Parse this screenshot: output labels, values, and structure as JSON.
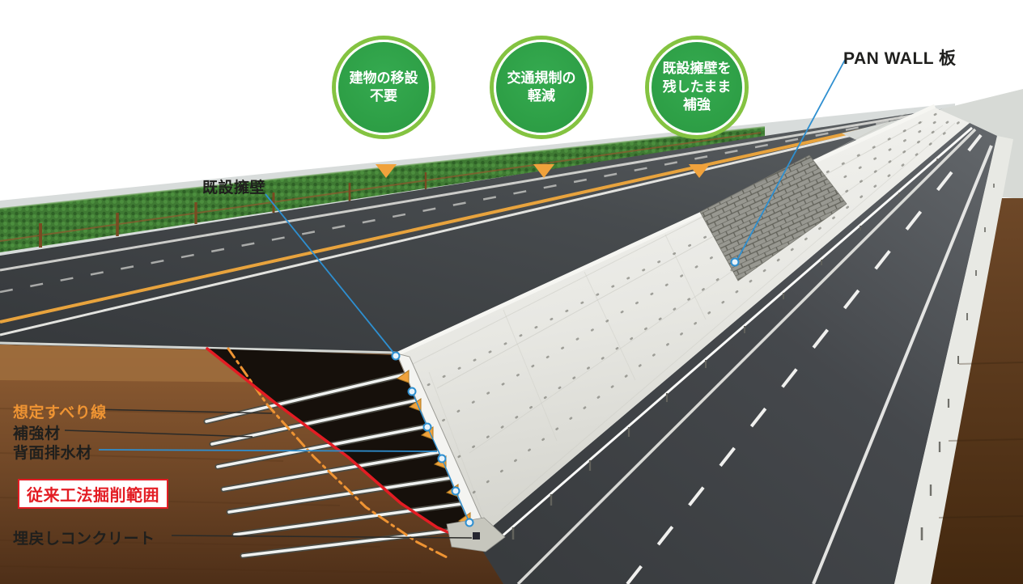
{
  "badges": [
    {
      "id": "no-building-relocation",
      "lines": [
        "建物の移設",
        "不要"
      ]
    },
    {
      "id": "reduced-traffic-control",
      "lines": [
        "交通規制の",
        "軽減"
      ]
    },
    {
      "id": "reinforce-keeping-existing-wall",
      "lines": [
        "既設擁壁を",
        "残したまま",
        "補強"
      ]
    }
  ],
  "labels": {
    "pan_wall_board": "PAN WALL 板",
    "existing_wall": "既設擁壁",
    "assumed_slip_line": "想定すべり線",
    "reinforcement_material": "補強材",
    "back_drainage_material": "背面排水材",
    "conventional_excavation_range": "従来工法掘削範囲",
    "backfill_concrete": "埋戻しコンクリート"
  },
  "colors": {
    "badge_green": "#2d9e45",
    "badge_ring": "#84c341",
    "pointer_orange": "#f0a23c",
    "leader_blue": "#2e8fd0",
    "excavation_red": "#e31c23",
    "slip_orange": "#ef9433",
    "label_dark": "#1f1f1d"
  }
}
